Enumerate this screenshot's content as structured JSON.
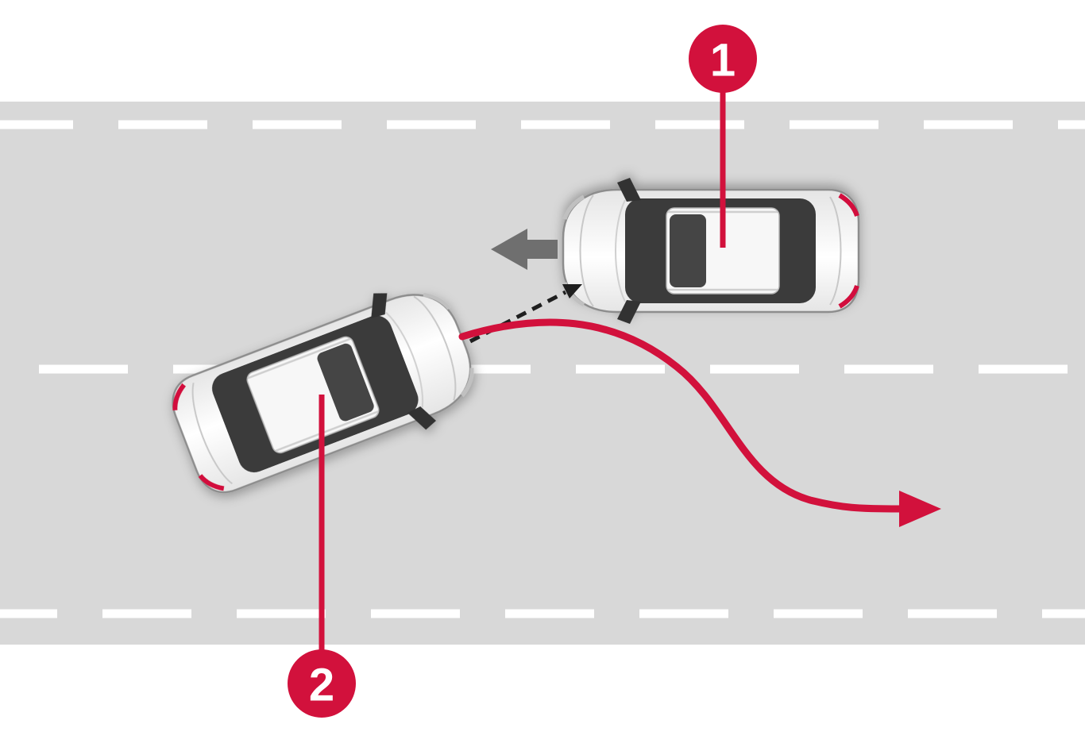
{
  "diagram": {
    "callouts": [
      {
        "label": "1"
      },
      {
        "label": "2"
      }
    ],
    "colors": {
      "background": "#ffffff",
      "road": "#d8d8d8",
      "lane_marking": "#ffffff",
      "accent_red": "#d2113c",
      "callout_text": "#ffffff",
      "direction_arrow_gray": "#6f6f6f",
      "collision_arrow_black": "#1f1f1f",
      "car_body": "#f4f4f4",
      "car_glass": "#3a3a3a"
    },
    "icons": {
      "direction_arrow": "left-arrow",
      "collision_path_arrow": "dashed-arrow",
      "evasive_path_arrow": "curved-s-arrow"
    }
  }
}
